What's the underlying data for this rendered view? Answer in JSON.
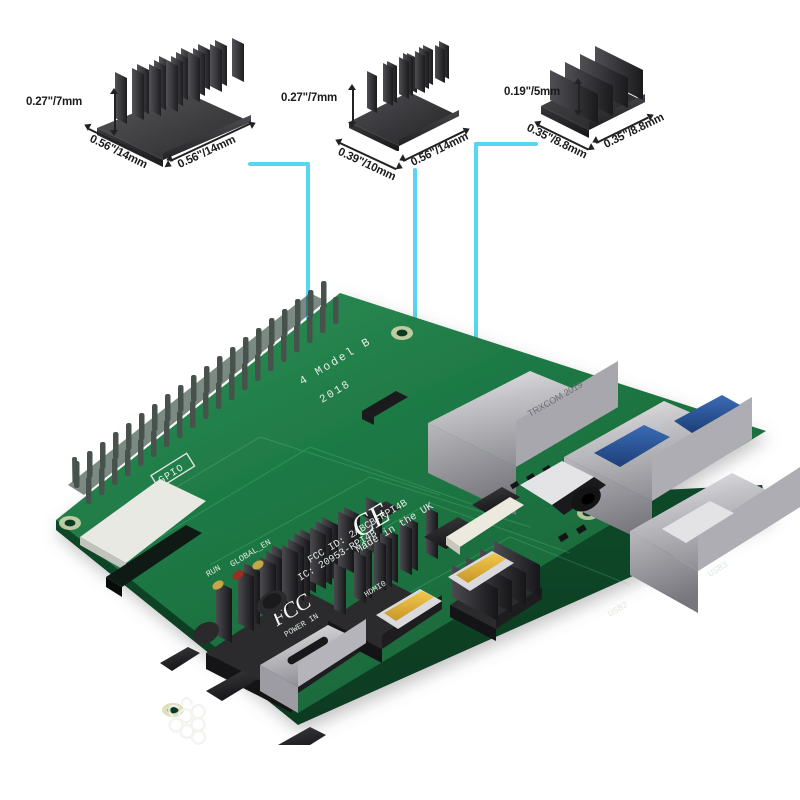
{
  "image": {
    "subject": "Raspberry Pi 4 Model B with aluminum heatsink set",
    "background_color": "#ffffff",
    "leader_line_color": "#55d6f2",
    "heatsink_color": "#262628",
    "pcb_color": "#1f7a45"
  },
  "heatsinks": [
    {
      "id": "heatsink-large-pin",
      "name": "Large pin-fin heatsink (CPU / SoC)",
      "type": "pin-fin",
      "height_label": "0.27\"/7mm",
      "width_label": "0.56\"/14mm",
      "depth_label": "0.56\"/14mm",
      "fin_rows": 4,
      "fin_cols": 4
    },
    {
      "id": "heatsink-medium-pin",
      "name": "Medium pin-fin heatsink (RAM / USB controller)",
      "type": "pin-fin",
      "height_label": "0.27\"/7mm",
      "width_label": "0.39\"/10mm",
      "depth_label": "0.56\"/14mm",
      "fin_rows": 3,
      "fin_cols": 4
    },
    {
      "id": "heatsink-small-blade",
      "name": "Small blade-fin heatsink (ethernet controller)",
      "type": "blade-fin",
      "height_label": "0.19\"/5mm",
      "width_label": "0.35\"/8.8mm",
      "depth_label": "0.35\"/8.8mm",
      "fin_rows": 1,
      "fin_cols": 4
    }
  ],
  "board": {
    "model_silkscreen": "4 Model B",
    "year_silkscreen": "2018",
    "origin_text": "Made in the UK",
    "fcc_id": "FCC ID: 2ABCB-RPI4B",
    "ic_id": "IC: 20953-RPI4B",
    "ce_mark": "CE",
    "fcc_mark": "FCC",
    "gpio_label": "GPIO",
    "run_label": "RUN",
    "global_en_label": "GLOBAL_EN",
    "ethernet_marking": "TRXCOM 2019",
    "usb_labels": [
      "USB3",
      "USB2"
    ],
    "connectors": [
      "GPIO 40-pin header",
      "Gigabit Ethernet",
      "USB 3.0 x2",
      "USB 2.0 x2",
      "3.5mm AV jack",
      "micro-HDMI x2",
      "USB-C power",
      "CSI camera",
      "DSI display",
      "microSD"
    ]
  },
  "callouts": [
    {
      "id": "callout-large",
      "from_heatsink": "heatsink-large-pin",
      "to_component": "soc-heatsink-on-board"
    },
    {
      "id": "callout-medium",
      "from_heatsink": "heatsink-medium-pin",
      "to_component": "ram-heatsink-on-board"
    },
    {
      "id": "callout-small",
      "from_heatsink": "heatsink-small-blade",
      "to_component": "ethernet-heatsink-on-board"
    }
  ]
}
